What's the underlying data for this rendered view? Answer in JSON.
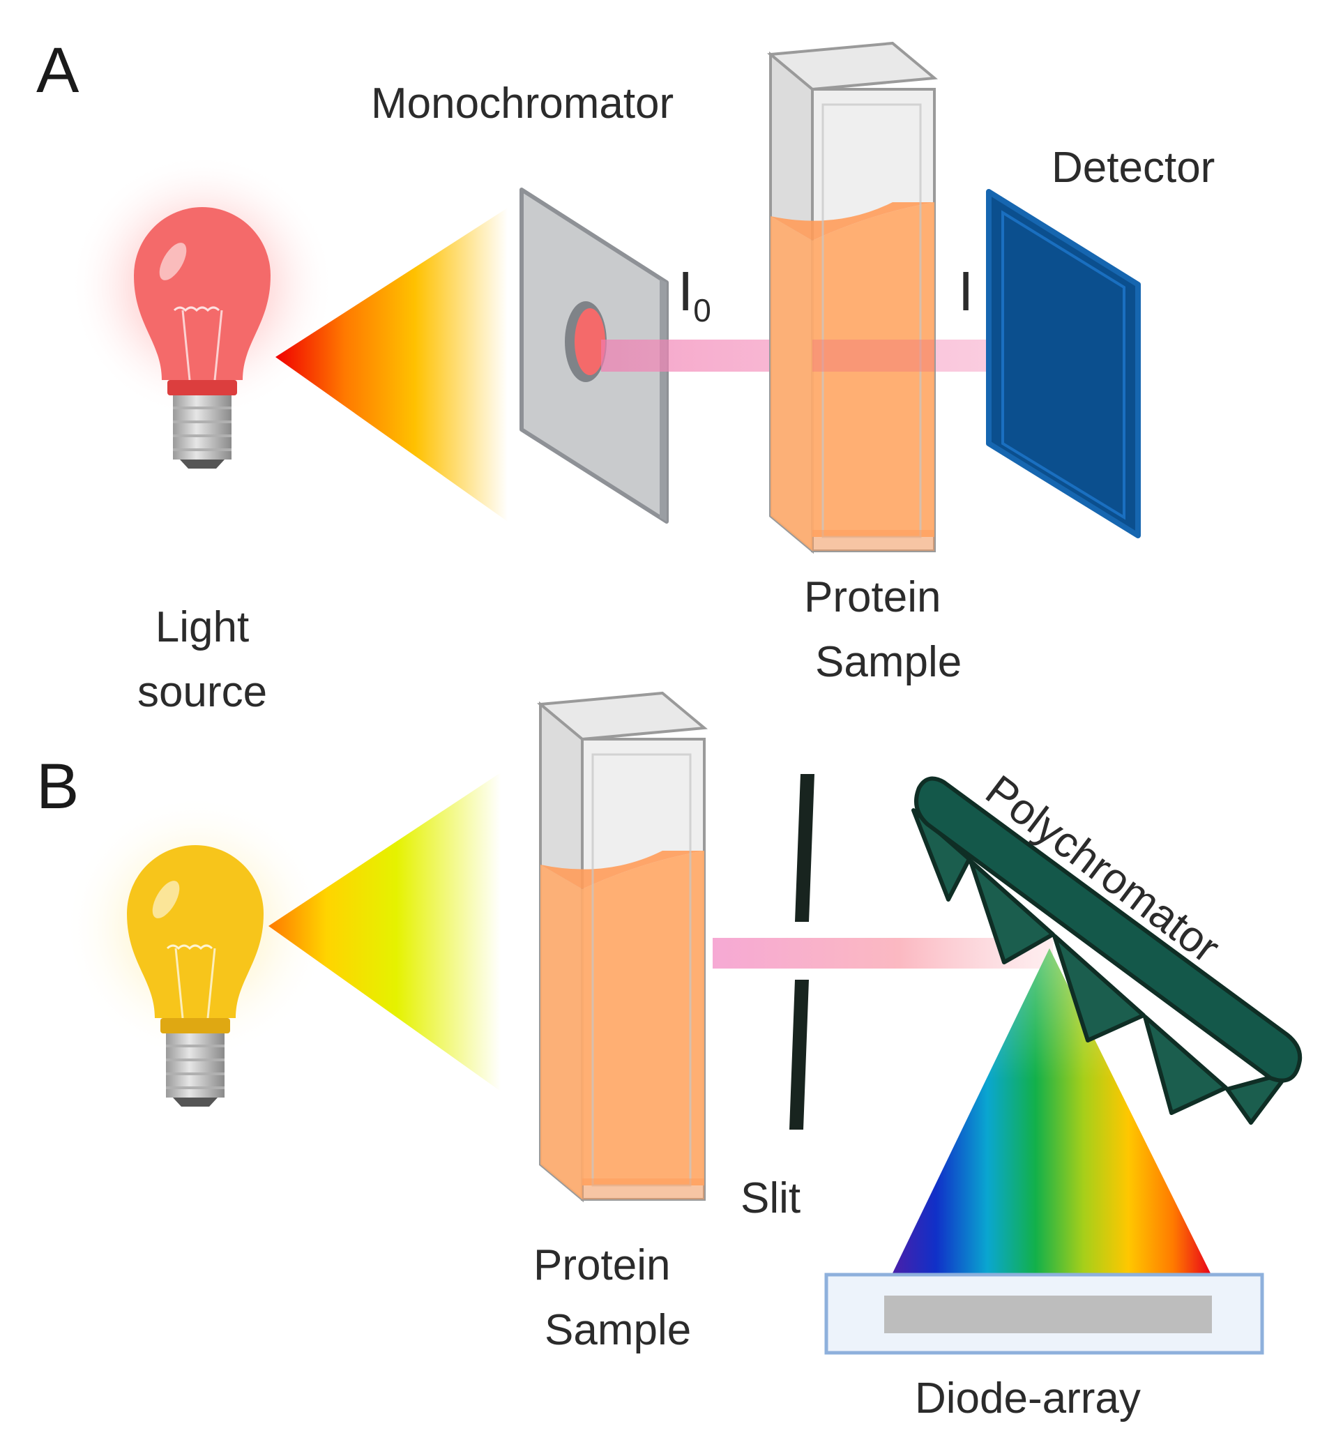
{
  "panels": [
    {
      "letter": "A"
    },
    {
      "letter": "B"
    }
  ],
  "panel_a": {
    "light_source_line1": "Light",
    "light_source_line2": "source",
    "monochromator": "Monochromator",
    "i0_main": "I",
    "i0_sub": "0",
    "i": "I",
    "detector": "Detector",
    "protein_line1": "Protein",
    "protein_line2": "Sample"
  },
  "panel_b": {
    "slit": "Slit",
    "protein_line1": "Protein",
    "protein_line2": "Sample",
    "polychromator": "Polychromator",
    "diode_array": "Diode-array"
  },
  "colors": {
    "bulb_a": "#f46a6a",
    "bulb_b": "#f7c51b",
    "sample_liquid": "#ffab6b",
    "detector": "#0b4f8e",
    "polychromator": "#14584a",
    "beam": "#f7a7c4"
  },
  "icons": {
    "bulb": "lightbulb-icon",
    "cuvette": "cuvette-icon",
    "grating": "diffraction-grating-icon"
  }
}
